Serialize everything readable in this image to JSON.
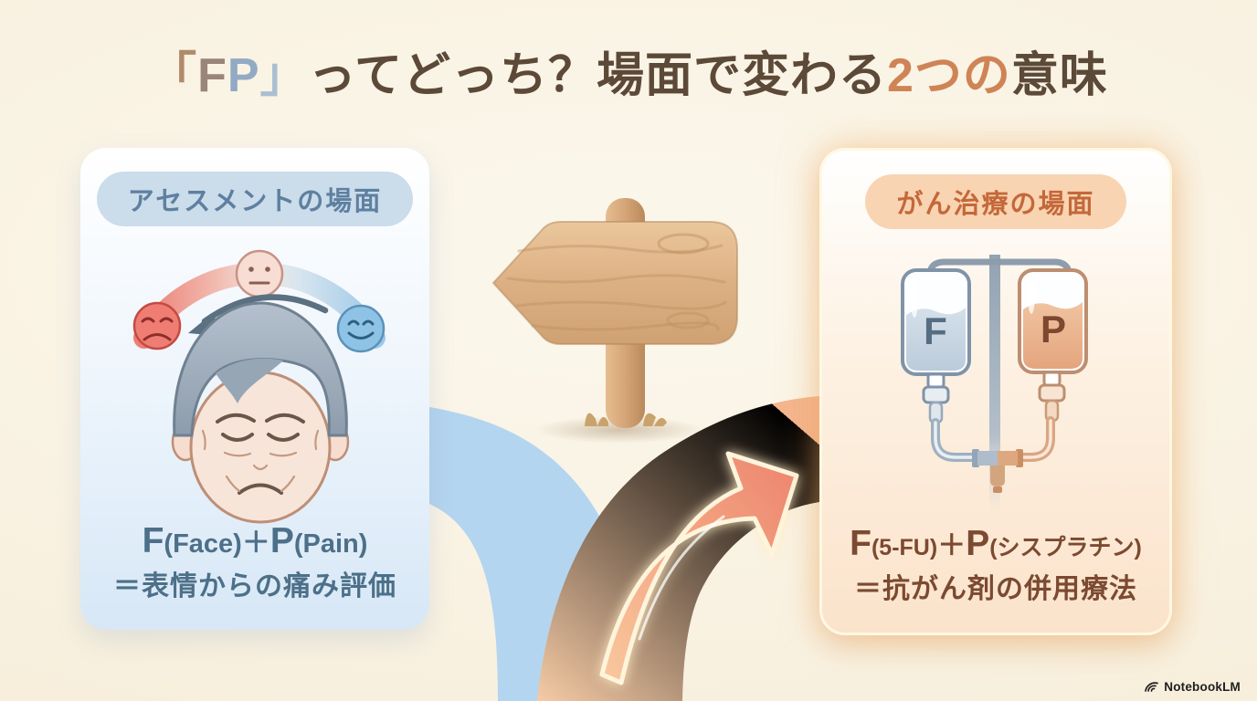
{
  "title": {
    "bracket_open": "「",
    "f": "F",
    "p": "P",
    "bracket_close": "」",
    "mid": "ってどっち？場面で変わる",
    "highlight": "2つの",
    "tail": "意味"
  },
  "left_card": {
    "badge": "アセスメントの場面",
    "formula_f": "F",
    "formula_f_paren": "(Face)",
    "formula_plus": "＋",
    "formula_p": "P",
    "formula_p_paren": "(Pain)",
    "meaning": "＝表情からの痛み評価"
  },
  "right_card": {
    "badge": "がん治療の場面",
    "formula_f": "F",
    "formula_f_paren": "(5-FU)",
    "formula_plus": "＋",
    "formula_p": "P",
    "formula_p_paren": "(シスプラチン)",
    "meaning": "＝抗がん剤の併用療法",
    "iv_bag_f_label": "F",
    "iv_bag_p_label": "P"
  },
  "watermark": {
    "brand": "NotebookLM"
  },
  "colors": {
    "background_cream": "#f9f2e2",
    "title_brown": "#5c4937",
    "title_highlight_orange": "#cf8455",
    "left_badge_bg": "#cbdcea",
    "left_badge_text": "#5e80a0",
    "left_text": "#4d7089",
    "right_badge_bg": "#f8d4b2",
    "right_badge_text": "#c4683a",
    "right_text": "#7b4a31",
    "blue_path": "#b4d5ef",
    "orange_path": "#f5c09c",
    "arrow_fill": "#ee8a72",
    "wood": "#d8ab7c",
    "pain_red": "#ef7d74",
    "pain_neutral": "#f7ddd3",
    "pain_blue": "#8fc3e6"
  }
}
